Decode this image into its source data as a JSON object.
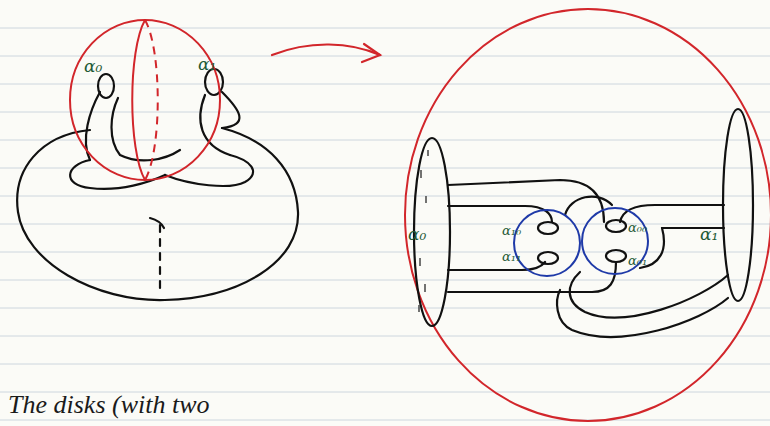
{
  "diagram": {
    "nodes": [
      {
        "text": [
          "α₁₀",
          "α₁₁"
        ]
      },
      {
        "text": [
          "α₀₀",
          "α₀₁"
        ]
      }
    ],
    "labels": [
      "α₀",
      "α₁",
      "α₀",
      "α₁",
      "The disks (with two"
    ]
  }
}
